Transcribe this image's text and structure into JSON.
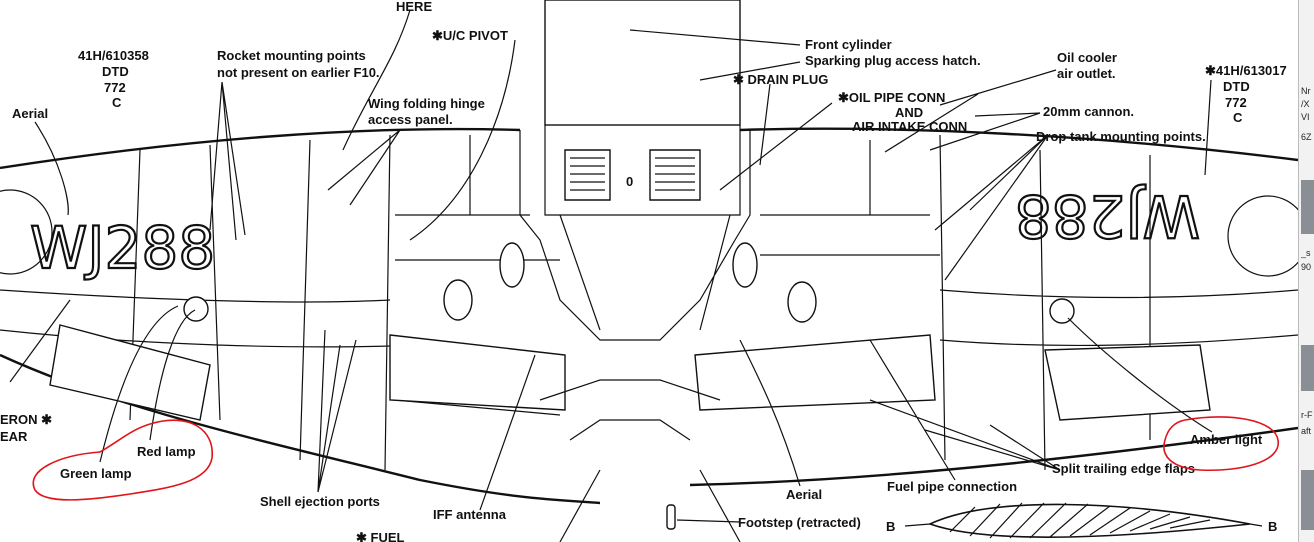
{
  "diagram": {
    "labels": {
      "here": "HERE",
      "part_left_1": "41H/610358",
      "part_left_2": "DTD",
      "part_left_3": "772",
      "part_left_4": "C",
      "rocket_1": "Rocket mounting points",
      "rocket_2": "not present on earlier F10.",
      "uc_pivot": "✱U/C PIVOT",
      "wing_fold_1": "Wing folding hinge",
      "wing_fold_2": "access panel.",
      "aerial_left": "Aerial",
      "front_cyl": "Front cylinder",
      "spark_plug": "Sparking plug access hatch.",
      "drain_plug": "✱ DRAIN PLUG",
      "oil_pipe": "✱OIL PIPE CONN",
      "and": "AND",
      "air_intake": "AIR INTAKE CONN",
      "oil_cooler_1": "Oil cooler",
      "oil_cooler_2": "air outlet.",
      "cannon": "20mm cannon.",
      "drop_tank": "Drop tank mounting points.",
      "part_right_1": "✱41H/613017",
      "part_right_2": "DTD",
      "part_right_3": "772",
      "part_right_4": "C",
      "aileron": "ERON ✱",
      "gear": "EAR",
      "red_lamp": "Red lamp",
      "green_lamp": "Green lamp",
      "shell_ports": "Shell ejection ports",
      "fuel": "✱ FUEL",
      "iff": "IFF antenna",
      "aerial_center": "Aerial",
      "footstep": "Footstep (retracted)",
      "b_left": "B",
      "b_right": "B",
      "fuel_pipe": "Fuel pipe connection",
      "split_flaps": "Split trailing edge flaps",
      "amber": "Amber light"
    },
    "serials": {
      "left": "WJ288",
      "right": "WJ288"
    },
    "flap_panel_letter": "0"
  },
  "sidebar": {
    "snippets": [
      "Nr",
      "/X",
      "VI",
      "6Z",
      "_s",
      "90",
      "r-F",
      "aft"
    ]
  }
}
